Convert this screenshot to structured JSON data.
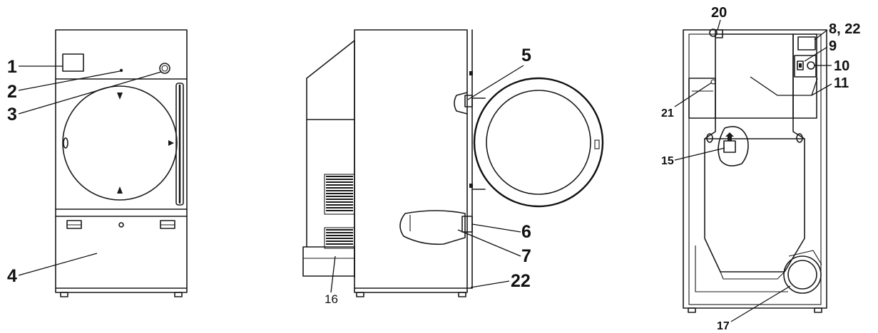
{
  "callouts": {
    "c1": "1",
    "c2": "2",
    "c3": "3",
    "c4": "4",
    "c5": "5",
    "c6": "6",
    "c7": "7",
    "c16": "16",
    "c22b": "22",
    "c20": "20",
    "c8_22": "8, 22",
    "c9": "9",
    "c10": "10",
    "c11": "11",
    "c21": "21",
    "c15": "15",
    "c17": "17"
  }
}
